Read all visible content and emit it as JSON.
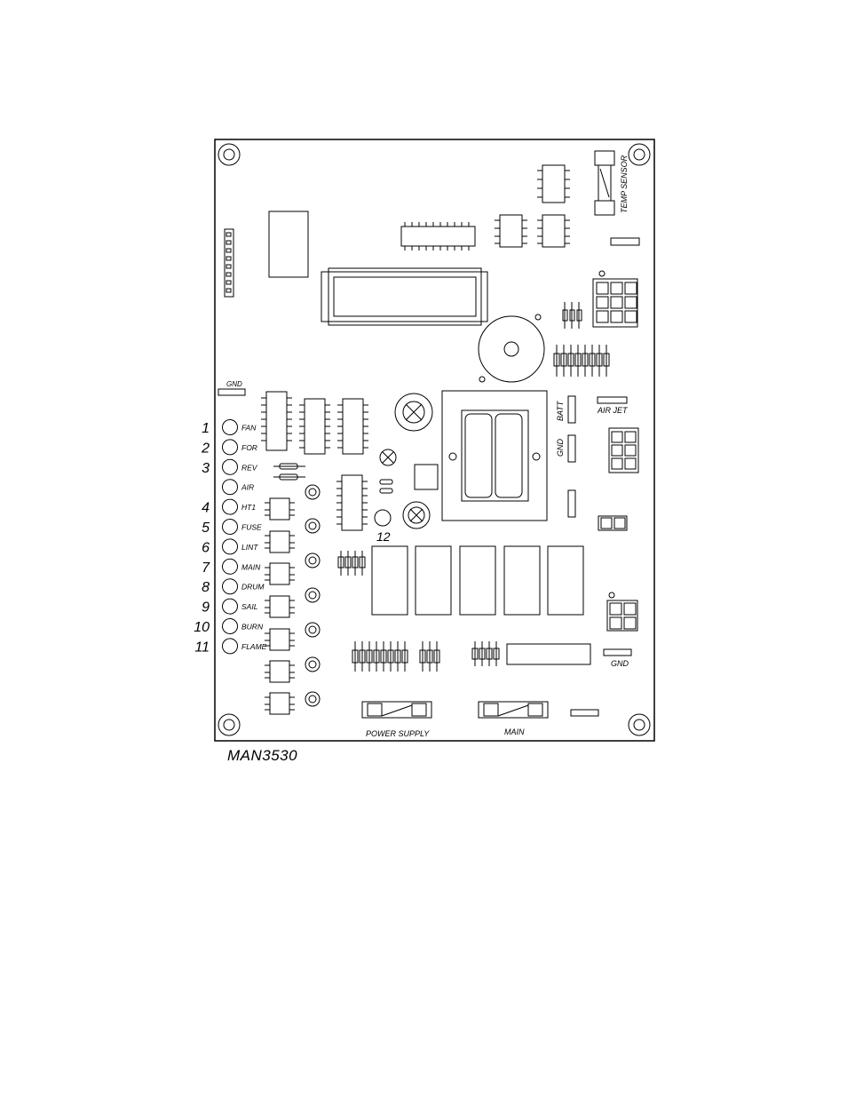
{
  "diagram": {
    "caption": "MAN3530",
    "led_indicators": [
      {
        "number": "1",
        "label": "FAN"
      },
      {
        "number": "2",
        "label": "FOR"
      },
      {
        "number": "3",
        "label": "REV"
      },
      {
        "number": "",
        "label": "AIR"
      },
      {
        "number": "4",
        "label": "HT1"
      },
      {
        "number": "5",
        "label": "FUSE"
      },
      {
        "number": "6",
        "label": "LINT"
      },
      {
        "number": "7",
        "label": "MAIN"
      },
      {
        "number": "8",
        "label": "DRUM"
      },
      {
        "number": "9",
        "label": "SAIL"
      },
      {
        "number": "10",
        "label": "BURN"
      },
      {
        "number": "11",
        "label": "FLAME"
      }
    ],
    "labels": {
      "temp_sensor": "TEMP SENSOR",
      "gnd_top_left": "GND",
      "batt": "BATT",
      "gnd_mid": "GND",
      "air_jet": "AIR JET",
      "gnd_bottom_right": "GND",
      "led_12": "12",
      "power_supply": "POWER SUPPLY",
      "main_fuse": "MAIN"
    }
  }
}
